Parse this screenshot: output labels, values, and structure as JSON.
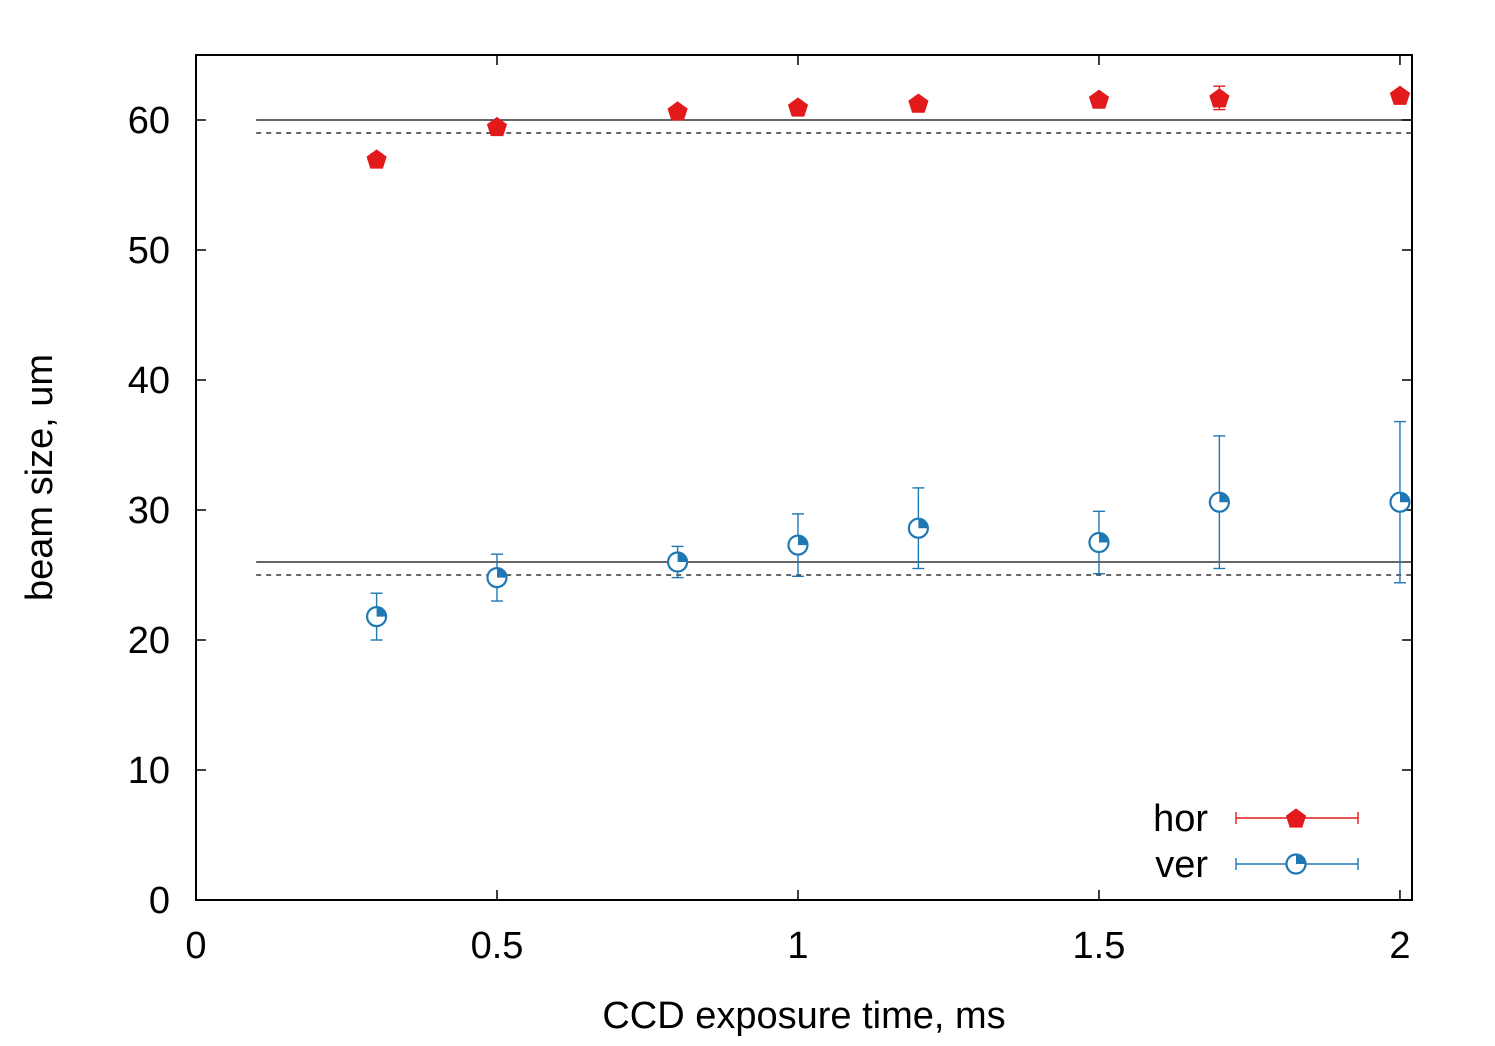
{
  "chart_data": {
    "type": "scatter",
    "xlabel": "CCD exposure time, ms",
    "ylabel": "beam size, um",
    "xlim": [
      0,
      2.02
    ],
    "ylim": [
      0,
      65
    ],
    "x_ticks": [
      0,
      0.5,
      1,
      1.5,
      2
    ],
    "x_tick_labels": [
      "0",
      "0.5",
      "1",
      "1.5",
      "2"
    ],
    "y_ticks": [
      0,
      10,
      20,
      30,
      40,
      50,
      60
    ],
    "y_tick_labels": [
      "0",
      "10",
      "20",
      "30",
      "40",
      "50",
      "60"
    ],
    "grid": false,
    "legend_position": "bottom-right",
    "series": [
      {
        "name": "hor",
        "color": "#e31a1c",
        "marker": "filled-pentagon",
        "points": [
          {
            "x": 0.3,
            "y": 57.0,
            "err": 0.4
          },
          {
            "x": 0.5,
            "y": 59.5,
            "err": 0.3
          },
          {
            "x": 0.8,
            "y": 60.7,
            "err": 0.3
          },
          {
            "x": 1.0,
            "y": 61.0,
            "err": 0.3
          },
          {
            "x": 1.2,
            "y": 61.3,
            "err": 0.3
          },
          {
            "x": 1.5,
            "y": 61.6,
            "err": 0.3
          },
          {
            "x": 1.7,
            "y": 61.7,
            "err": 0.9
          },
          {
            "x": 2.0,
            "y": 61.9,
            "err": 0.3
          }
        ]
      },
      {
        "name": "ver",
        "color": "#1f78b4",
        "marker": "open-circle-quarter",
        "points": [
          {
            "x": 0.3,
            "y": 21.8,
            "err": 1.8
          },
          {
            "x": 0.5,
            "y": 24.8,
            "err": 1.8
          },
          {
            "x": 0.8,
            "y": 26.0,
            "err": 1.2
          },
          {
            "x": 1.0,
            "y": 27.3,
            "err": 2.4
          },
          {
            "x": 1.2,
            "y": 28.6,
            "err": 3.1
          },
          {
            "x": 1.5,
            "y": 27.5,
            "err": 2.4
          },
          {
            "x": 1.7,
            "y": 30.6,
            "err": 5.1
          },
          {
            "x": 2.0,
            "y": 30.6,
            "err": 6.2
          }
        ]
      }
    ],
    "reference_lines": [
      {
        "y": 60,
        "x_from": 0.1,
        "x_to": 2.02,
        "style": "solid"
      },
      {
        "y": 59,
        "x_from": 0.1,
        "x_to": 2.02,
        "style": "dashed"
      },
      {
        "y": 26,
        "x_from": 0.1,
        "x_to": 2.02,
        "style": "solid"
      },
      {
        "y": 25,
        "x_from": 0.1,
        "x_to": 2.02,
        "style": "dashed"
      }
    ]
  }
}
